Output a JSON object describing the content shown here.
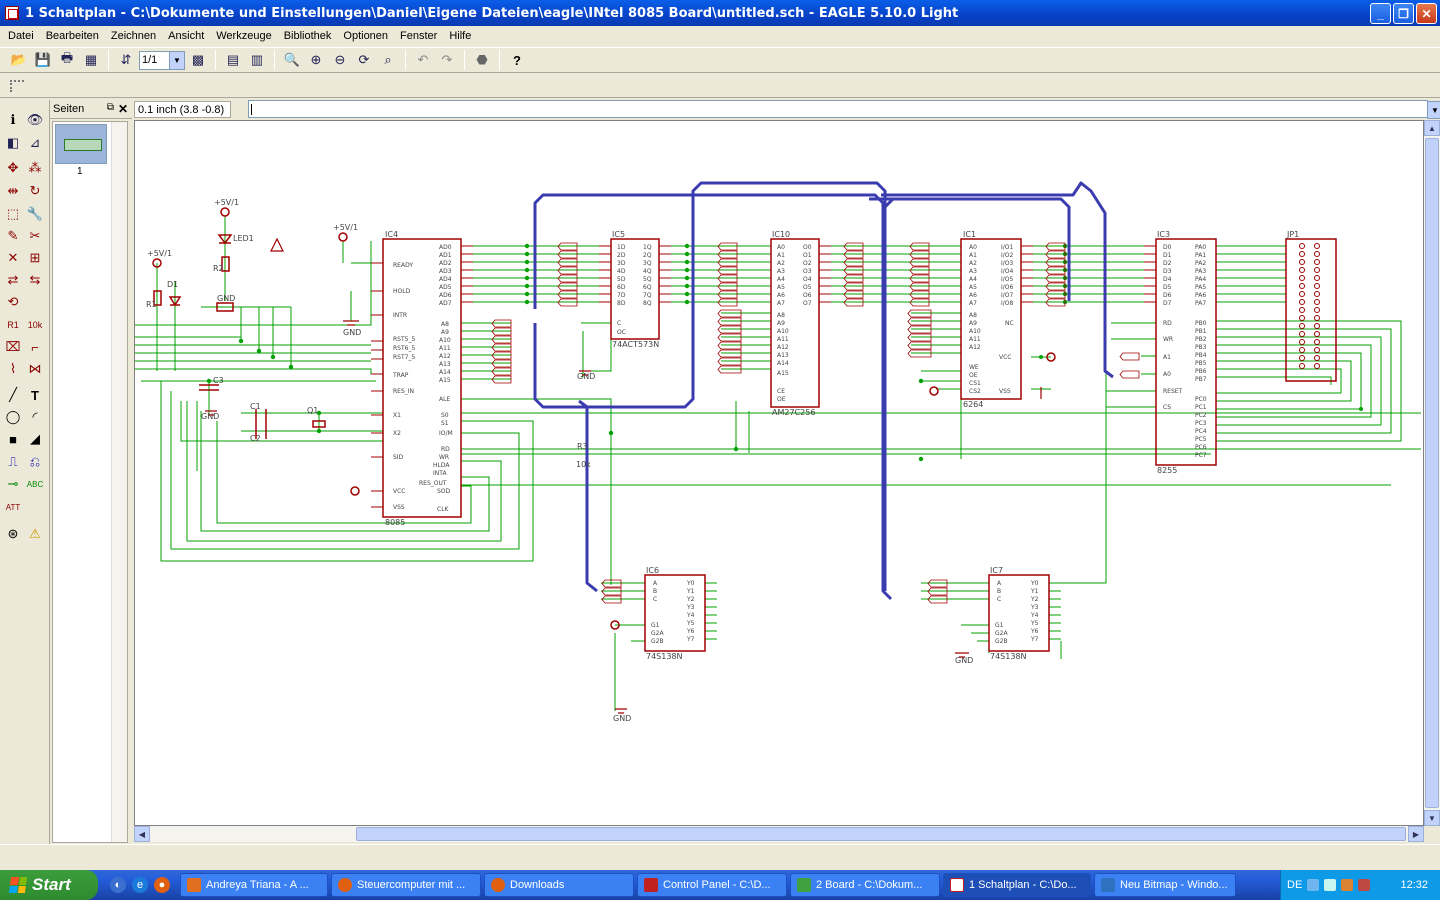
{
  "window": {
    "title": "1 Schaltplan - C:\\Dokumente und Einstellungen\\Daniel\\Eigene Dateien\\eagle\\INtel 8085 Board\\untitled.sch - EAGLE 5.10.0 Light"
  },
  "menu": [
    "Datei",
    "Bearbeiten",
    "Zeichnen",
    "Ansicht",
    "Werkzeuge",
    "Bibliothek",
    "Optionen",
    "Fenster",
    "Hilfe"
  ],
  "toolbar": {
    "zoom_value": "1/1"
  },
  "pages_panel": {
    "title": "Seiten",
    "page_label": "1"
  },
  "coord_display": "0.1 inch (3.8 -0.8)",
  "command_line": "",
  "schematic": {
    "parts": [
      {
        "name": "IC4",
        "type": "8085"
      },
      {
        "name": "IC5",
        "type": "74ACT573N"
      },
      {
        "name": "IC10",
        "type": "AM27C256"
      },
      {
        "name": "IC1",
        "type": "6264"
      },
      {
        "name": "IC3",
        "type": "8255"
      },
      {
        "name": "JP1",
        "type": ""
      },
      {
        "name": "IC6",
        "type": "74S138N"
      },
      {
        "name": "IC7",
        "type": "74S138N"
      }
    ],
    "misc_labels": [
      "+5V/1",
      "GND",
      "R1",
      "R2",
      "D1",
      "LED1",
      "C3",
      "C1",
      "C2",
      "Q1",
      "R3",
      "10k"
    ]
  },
  "taskbar": {
    "start_label": "Start",
    "tasks": [
      {
        "label": "Andreya Triana - A ...",
        "color": "#e07020"
      },
      {
        "label": "Steuercomputer mit ...",
        "color": "#e06010"
      },
      {
        "label": "Downloads",
        "color": "#e06010"
      },
      {
        "label": "Control Panel - C:\\D...",
        "color": "#c02020"
      },
      {
        "label": "2 Board - C:\\Dokum...",
        "color": "#40a040"
      },
      {
        "label": "1 Schaltplan - C:\\Do...",
        "color": "#c02020",
        "active": true
      },
      {
        "label": "Neu Bitmap - Windo...",
        "color": "#3070c0"
      }
    ],
    "tray_lang": "DE",
    "clock": "12:32"
  }
}
